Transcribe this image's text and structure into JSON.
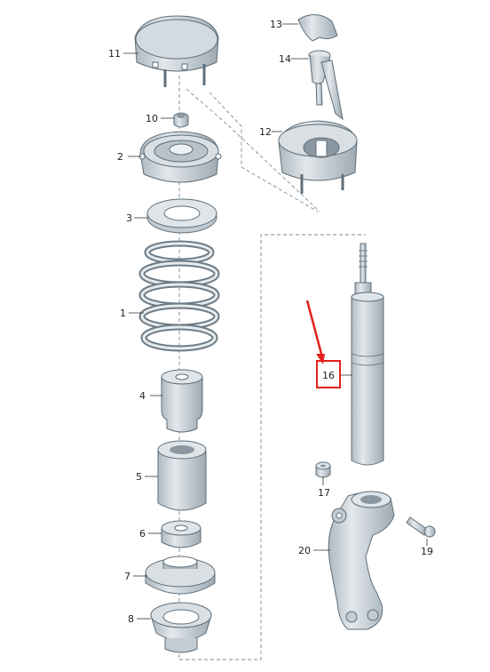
{
  "diagram": {
    "parts": [
      {
        "id": "11",
        "label": "11"
      },
      {
        "id": "10",
        "label": "10"
      },
      {
        "id": "2",
        "label": "2"
      },
      {
        "id": "3",
        "label": "3"
      },
      {
        "id": "1",
        "label": "1"
      },
      {
        "id": "4",
        "label": "4"
      },
      {
        "id": "5",
        "label": "5"
      },
      {
        "id": "6",
        "label": "6"
      },
      {
        "id": "7",
        "label": "7"
      },
      {
        "id": "8",
        "label": "8"
      },
      {
        "id": "13",
        "label": "13"
      },
      {
        "id": "14",
        "label": "14"
      },
      {
        "id": "12",
        "label": "12"
      },
      {
        "id": "16",
        "label": "16"
      },
      {
        "id": "17",
        "label": "17"
      },
      {
        "id": "19",
        "label": "19"
      },
      {
        "id": "20",
        "label": "20"
      }
    ],
    "highlight": {
      "part": "16",
      "color": "#e0201b"
    },
    "colors": {
      "part_fill": "#cdd5db",
      "part_dark": "#aab4bc",
      "outline": "#5f6e79",
      "frame": "#7a8a96"
    }
  }
}
